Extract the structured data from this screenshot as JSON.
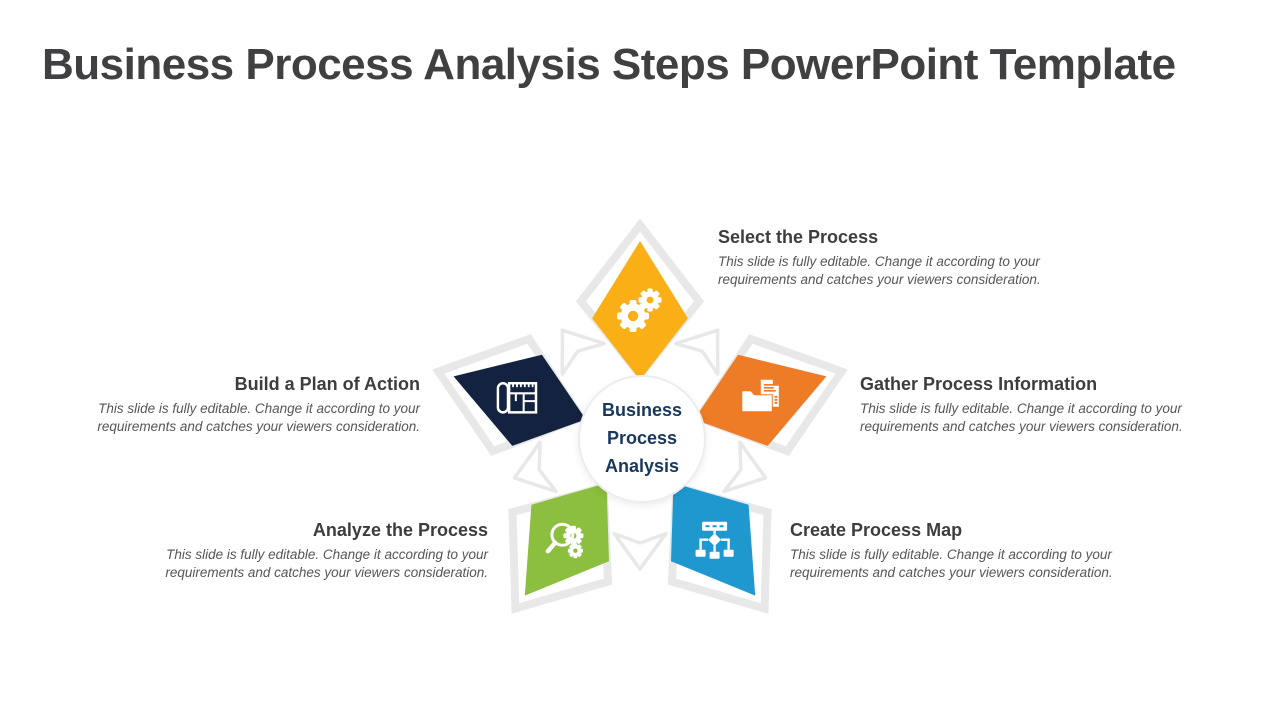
{
  "slide": {
    "title": "Business Process Analysis Steps PowerPoint Template",
    "center_label": "Business Process Analysis",
    "description": "This slide is fully editable. Change it according to your requirements and catches your viewers consideration.",
    "steps": [
      {
        "id": "select-the-process",
        "label": "Select the Process",
        "color": "#F9AF15",
        "icon": "gears-icon"
      },
      {
        "id": "gather-process-information",
        "label": "Gather Process Information",
        "color": "#EE7B25",
        "icon": "folder-document-icon"
      },
      {
        "id": "create-process-map",
        "label": "Create Process Map",
        "color": "#1F98D0",
        "icon": "sitemap-icon"
      },
      {
        "id": "analyze-the-process",
        "label": "Analyze the Process",
        "color": "#8CBE3F",
        "icon": "magnifier-gear-icon"
      },
      {
        "id": "build-a-plan-of-action",
        "label": "Build a Plan of Action",
        "color": "#13233F",
        "icon": "blueprint-icon"
      }
    ],
    "colors": {
      "title_text": "#404042",
      "heading_text": "#3D3D3D",
      "body_text": "#565656",
      "center_text": "#17375E",
      "halo_fill": "#FFFFFF",
      "halo_stroke": "#E8E8E8",
      "background": "#FFFFFF"
    }
  }
}
